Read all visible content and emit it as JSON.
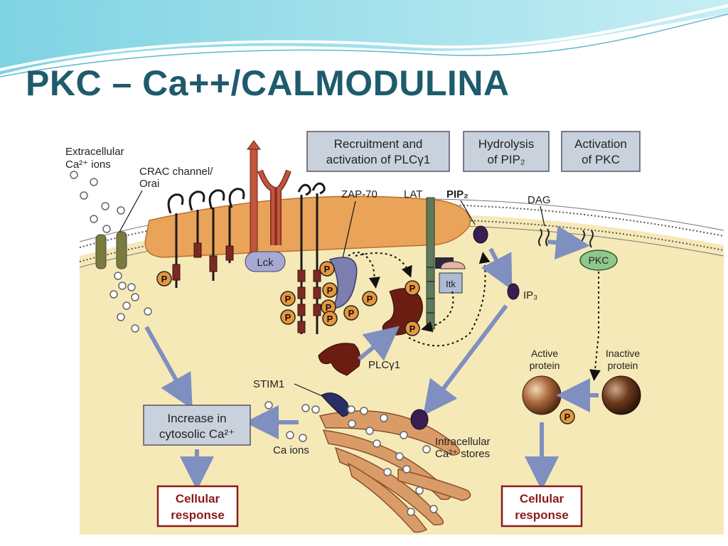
{
  "slide": {
    "title": "PKC – Ca++/CALMODULINA"
  },
  "diagram": {
    "header_boxes": {
      "recruitment": [
        "Recruitment and",
        "activation of PLCγ1"
      ],
      "hydrolysis": [
        "Hydrolysis",
        "of PIP₂"
      ],
      "activation_pkc": [
        "Activation",
        "of PKC"
      ]
    },
    "labels": {
      "extracellular": [
        "Extracellular",
        "Ca²⁺ ions"
      ],
      "crac": [
        "CRAC channel/",
        "Orai"
      ],
      "zap70": "ZAP-70",
      "lat": "LAT",
      "pip2": "PIP₂",
      "dag": "DAG",
      "lck": "Lck",
      "itk": "Itk",
      "pkc": "PKC",
      "ip3": "IP₃",
      "plcg1": "PLCγ1",
      "stim1": "STIM1",
      "ca_ions": "Ca ions",
      "intracellular": [
        "Intracellular",
        "Ca²⁺ stores"
      ],
      "active_protein": [
        "Active",
        "protein"
      ],
      "inactive_protein": [
        "Inactive",
        "protein"
      ],
      "phospho": "P"
    },
    "boxes": {
      "increase": [
        "Increase in",
        "cytosolic Ca²⁺"
      ],
      "cellular_response_left": [
        "Cellular",
        "response"
      ],
      "cellular_response_right": [
        "Cellular",
        "response"
      ]
    },
    "colors": {
      "title": "#1e5b6c",
      "cell_fill": "#f6e9b8",
      "membrane": "#e9a45a",
      "header_box": "#c9d2dc",
      "arrow": "#7f8fbf",
      "phospho_fill": "#e8973b",
      "response_border": "#8b1a1a"
    }
  }
}
